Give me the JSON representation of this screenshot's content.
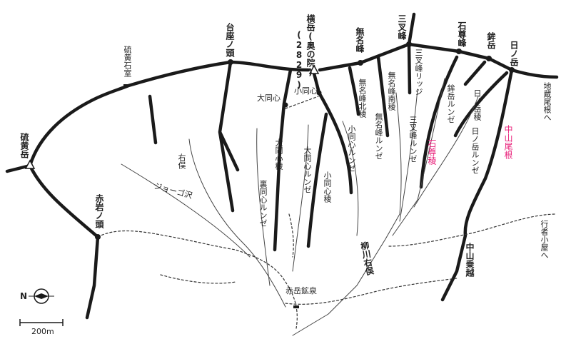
{
  "map": {
    "colors": {
      "ridge": "#1a1a1a",
      "highlight": "#e8207a",
      "trail": "#333333"
    },
    "peaks": {
      "iou_sekishitsu": "硫黄石室",
      "iou_dake": "硫黄岳",
      "daiza_no_kashira": "台座ノ頭",
      "yokodake": "横岳(奥の院)",
      "yokodake_elev": "(2829)",
      "mumeiho": "無名峰",
      "sansaho": "三叉峰",
      "sekisonho": "石尊峰",
      "hokodake": "鉾岳",
      "hinodake": "日ノ岳",
      "akaiwa_no_kashira": "赤岩ノ頭",
      "nakayama_nokkoshi": "中山乗越"
    },
    "features": {
      "daidoshin": "大同心",
      "shodoshin": "小同心",
      "mumeiho_hokuryo": "無名峰北稜",
      "mumeiho_nanryo": "無名峰南稜",
      "mumeiho_runze": "無名峰ルンゼ",
      "shodoshin_runze": "小同心ルンゼ",
      "sansaho_ridge": "三叉峰リッジ",
      "sansaho_runze": "三叉峰ルンゼ",
      "hokodake_runze": "鉾岳ルンゼ",
      "hinodake_ryo": "日ノ岳稜",
      "hinodake_runze": "日ノ岳ルンゼ",
      "sekison_ryo": "石尊稜",
      "nakayama_one": "中山尾根",
      "daidoshin_ryo": "大同心稜",
      "daidoshin_runze": "大同心ルンゼ",
      "shodoshin_ryo": "小同心稜",
      "uradoshin_runze": "裏同心ルンゼ",
      "migimata": "右俣",
      "jogosawa": "ジョーゴ沢",
      "yanagawa_migimata": "柳川右俣",
      "akadake_kosen": "赤岳鉱泉"
    },
    "directions": {
      "jizo_one": "地蔵尾根へ",
      "gyoja_goya": "行者小屋へ"
    },
    "compass": {
      "label": "N",
      "icon": "compass-icon"
    },
    "scale": {
      "label": "200m"
    }
  }
}
